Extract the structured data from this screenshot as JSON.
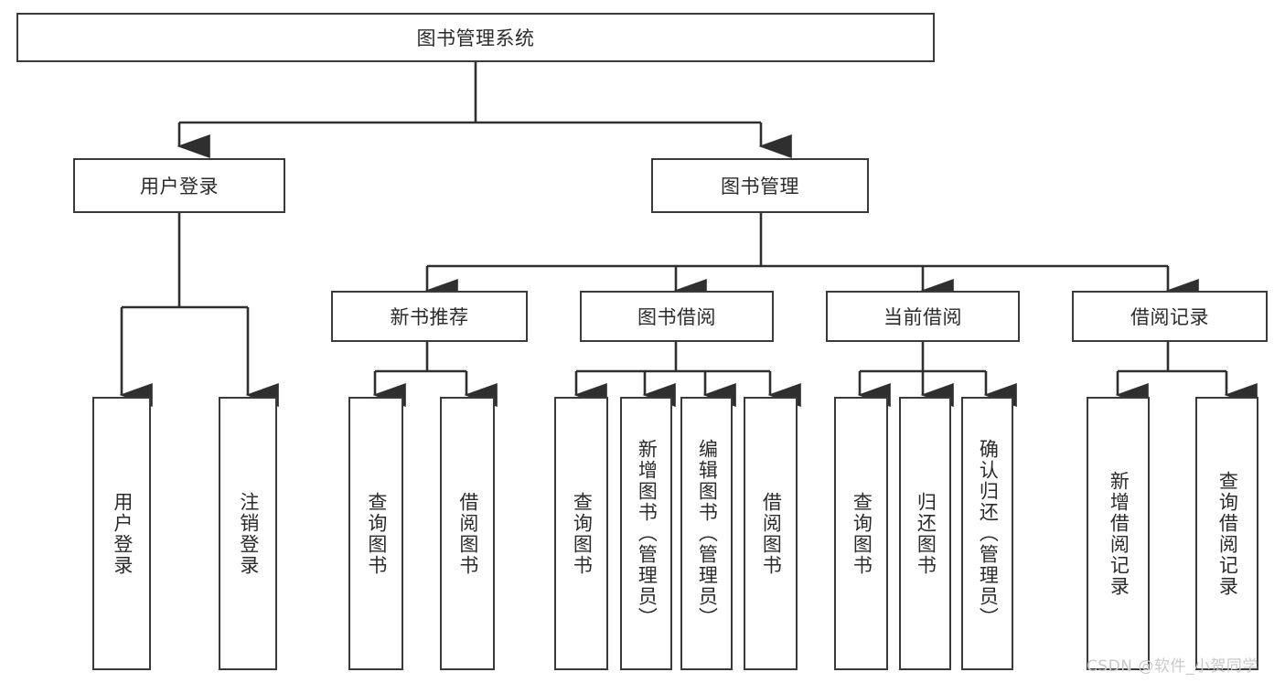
{
  "diagram": {
    "type": "tree-flowchart",
    "title": "图书管理系统",
    "root": {
      "label": "图书管理系统"
    },
    "level2": [
      {
        "label": "用户登录"
      },
      {
        "label": "图书管理"
      }
    ],
    "level3": [
      {
        "label": "新书推荐"
      },
      {
        "label": "图书借阅"
      },
      {
        "label": "当前借阅"
      },
      {
        "label": "借阅记录"
      }
    ],
    "leaves": {
      "user_login": [
        {
          "label": "用户登录"
        },
        {
          "label": "注销登录"
        }
      ],
      "new_book_recommend": [
        {
          "label": "查询图书"
        },
        {
          "label": "借阅图书"
        }
      ],
      "book_borrow": [
        {
          "label": "查询图书"
        },
        {
          "label": "新增图书（管理员）"
        },
        {
          "label": "编辑图书（管理员）"
        },
        {
          "label": "借阅图书"
        }
      ],
      "current_borrow": [
        {
          "label": "查询图书"
        },
        {
          "label": "归还图书"
        },
        {
          "label": "确认归还（管理员）"
        }
      ],
      "borrow_record": [
        {
          "label": "新增借阅记录"
        },
        {
          "label": "查询借阅记录"
        }
      ]
    }
  },
  "watermark": {
    "text": "CSDN @软件_小贺同学"
  },
  "colors": {
    "border": "#3a3a3a",
    "text": "#2b2b2b",
    "background": "#ffffff",
    "watermark": "#c9c9c9"
  }
}
